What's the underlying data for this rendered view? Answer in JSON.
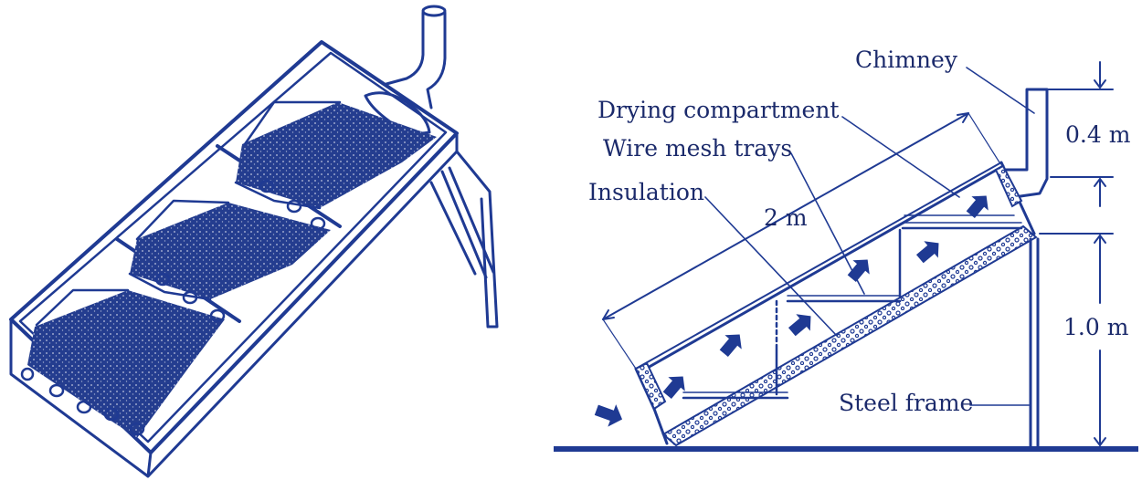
{
  "labels": {
    "chimney": "Chimney",
    "drying_compartment": "Drying compartment",
    "wire_mesh_trays": "Wire mesh trays",
    "insulation": "Insulation",
    "length": "2 m",
    "chimney_height": "0.4  m",
    "frame_height": "1.0  m",
    "steel_frame": "Steel frame"
  },
  "colors": {
    "line": "#1f3a93",
    "mesh": "#243d8f",
    "text": "#1b2a6b"
  }
}
